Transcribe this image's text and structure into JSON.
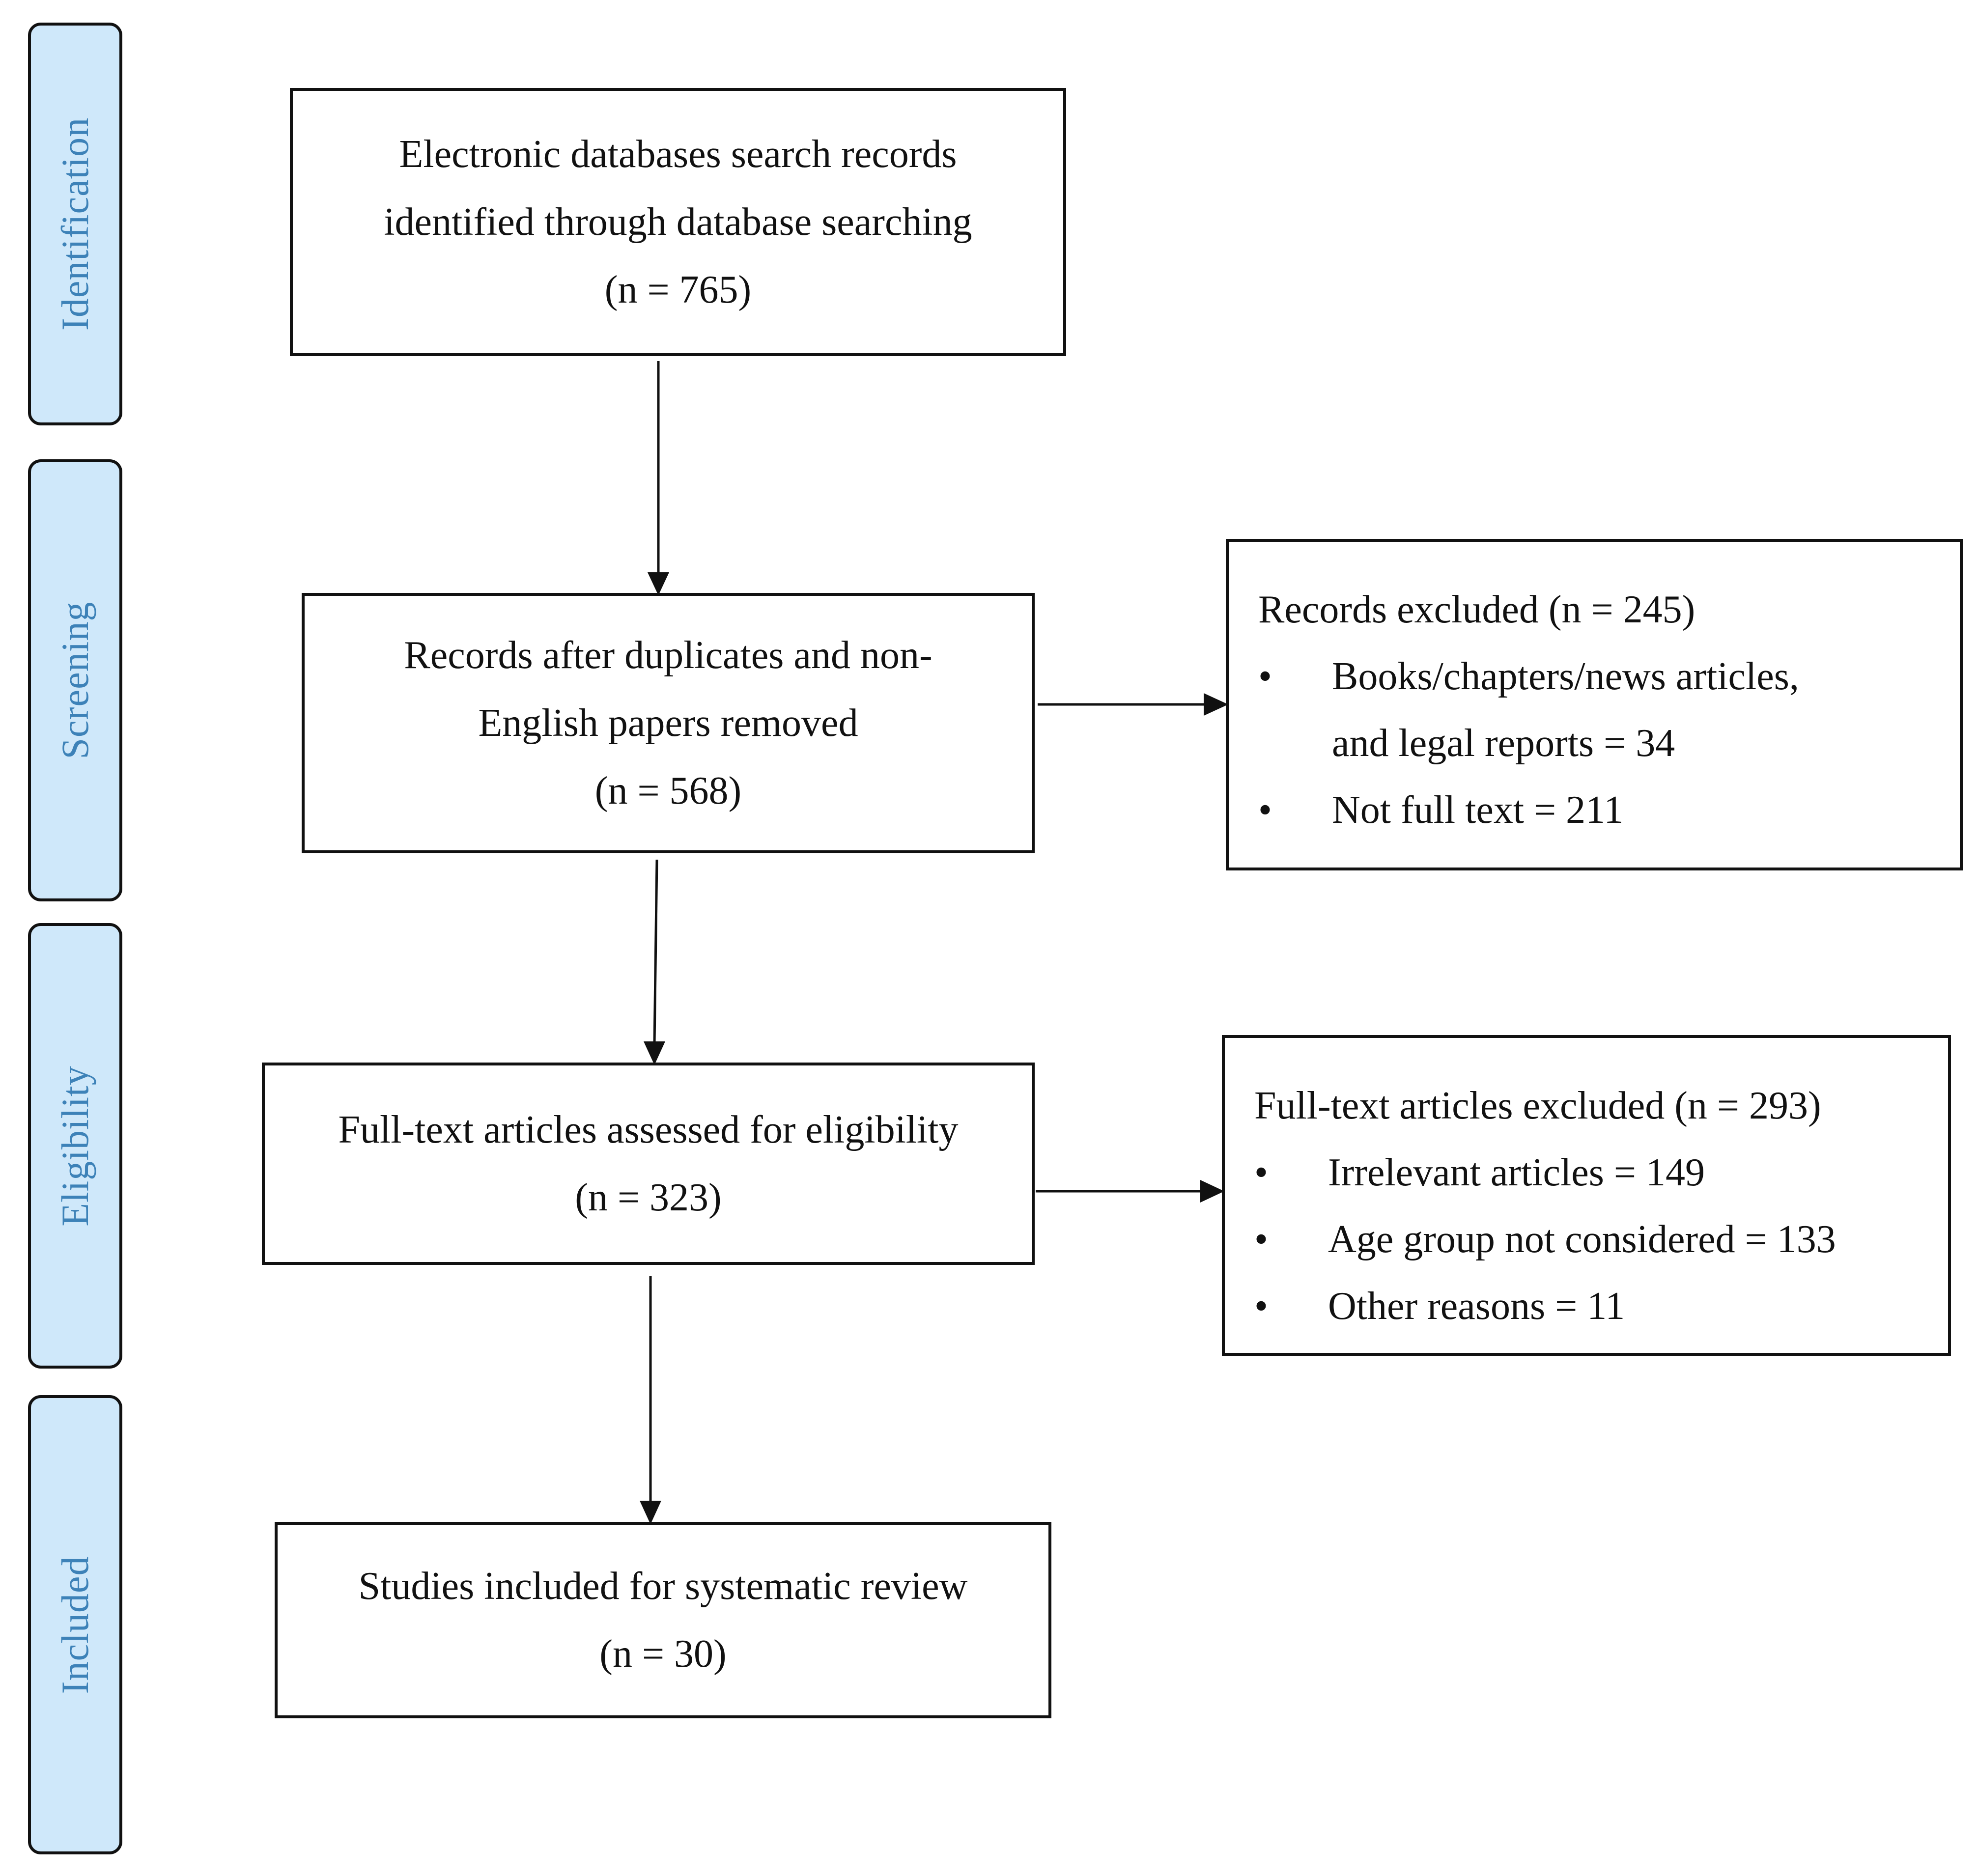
{
  "phases": {
    "identification": "Identification",
    "screening": "Screening",
    "eligibility": "Eligibility",
    "included": "Included"
  },
  "identification_box": {
    "line1": "Electronic databases search records",
    "line2": "identified through database searching",
    "count": "(n = 765)"
  },
  "screening_box": {
    "line1": "Records after duplicates and non-",
    "line2": "English papers removed",
    "count": "(n = 568)"
  },
  "screening_excluded": {
    "title": "Records excluded (n = 245)",
    "bullet_symbol": "•",
    "item1_line1": "Books/chapters/news articles,",
    "item1_line2": "and legal reports = 34",
    "item2": "Not full text = 211"
  },
  "eligibility_box": {
    "line1": "Full-text articles assessed for eligibility",
    "count": "(n = 323)"
  },
  "eligibility_excluded": {
    "title": "Full-text articles excluded (n = 293)",
    "bullet_symbol": "•",
    "item1": "Irrelevant articles = 149",
    "item2": "Age group not considered = 133",
    "item3": "Other reasons = 11"
  },
  "included_box": {
    "line1": "Studies included for systematic review",
    "count": "(n = 30)"
  },
  "colors": {
    "phase_fill": "#cfe8fa",
    "phase_text": "#3d82b8",
    "border": "#111111"
  }
}
